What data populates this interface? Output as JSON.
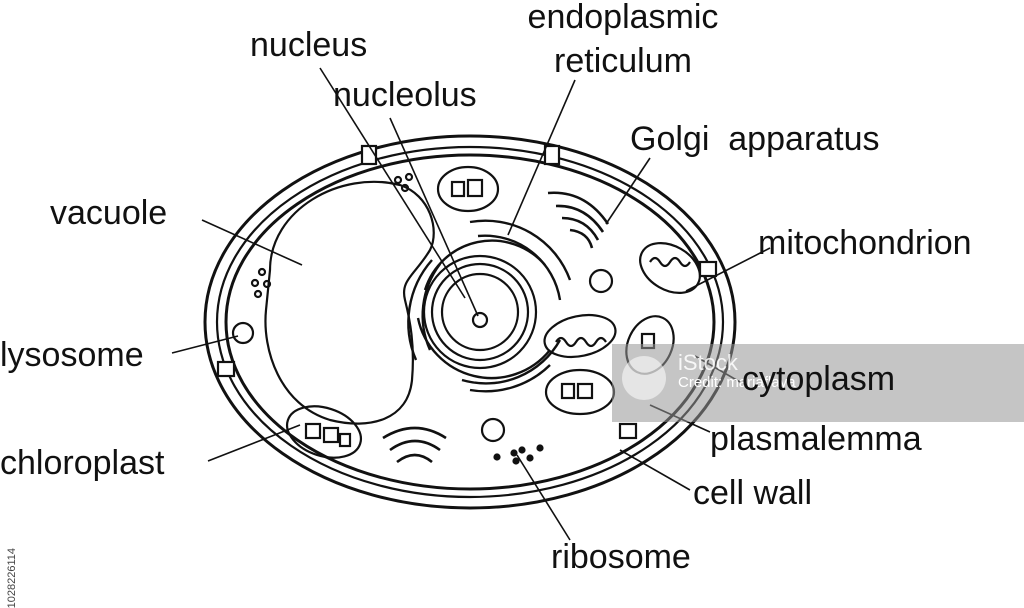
{
  "labels": {
    "nucleus": "nucleus",
    "nucleolus": "nucleolus",
    "endoplasmic_reticulum_line1": "endoplasmic",
    "endoplasmic_reticulum_line2": "reticulum",
    "golgi": "Golgi  apparatus",
    "vacuole": "vacuole",
    "mitochondrion": "mitochondrion",
    "lysosome": "lysosome",
    "cytoplasm": "cytoplasm",
    "plasmalemma": "plasmalemma",
    "chloroplast": "chloroplast",
    "cell_wall": "cell wall",
    "ribosome": "ribosome"
  },
  "watermark": {
    "credit": "Credit: mariaflaya",
    "brand": "iStock",
    "stock_id": "1028226114"
  },
  "colors": {
    "ink": "#111111",
    "background": "#ffffff"
  }
}
